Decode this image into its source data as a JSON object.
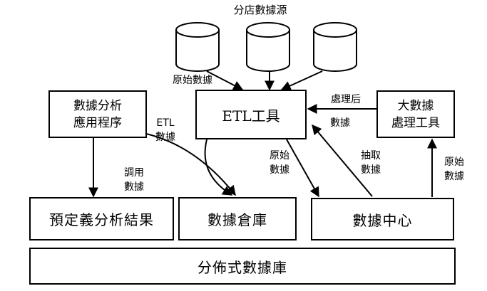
{
  "title": "分店數據源",
  "nodes": {
    "etl": "ETL工具",
    "analysis_app": "數據分析\n應用程序",
    "bigdata_tool": "大數據\n處理工具",
    "predefined": "預定義分析結果",
    "warehouse": "數據倉庫",
    "datacenter": "數據中心",
    "distributed_db": "分佈式數據庫"
  },
  "edge_labels": {
    "raw_data_top": "原始數據",
    "etl_data": "ETL\n數據",
    "call_data": "調用\n數據",
    "raw_data_mid": "原始\n數據",
    "processed": "處理后",
    "data": "數據",
    "extract_data": "抽取\n數據",
    "raw_data_right": "原始\n數據"
  }
}
